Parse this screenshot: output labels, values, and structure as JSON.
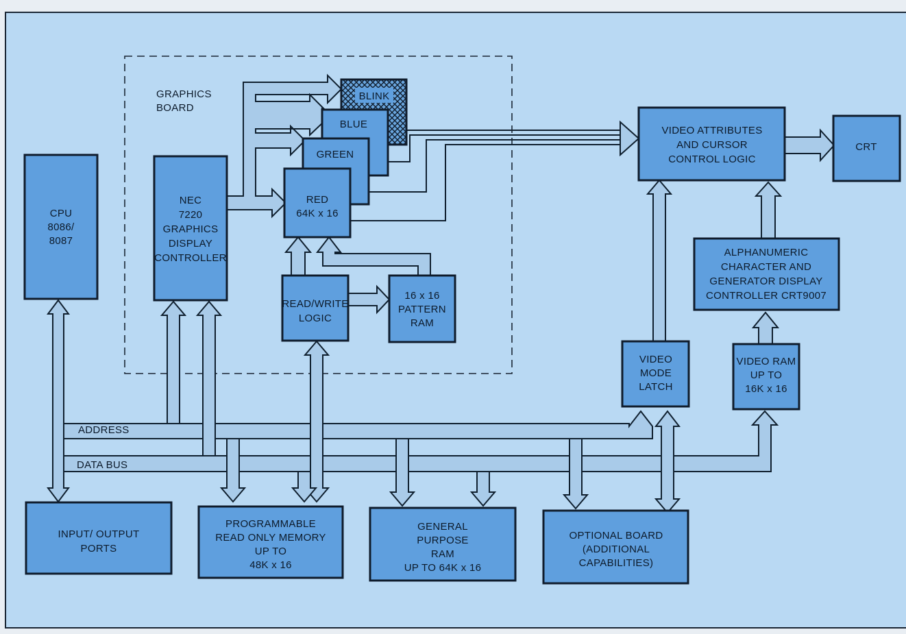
{
  "colors": {
    "panel": "#b9d9f3",
    "block": "#5f9fde",
    "bus": "#a9cbe9",
    "stroke": "#0f1c2c"
  },
  "graphics_board": {
    "line1": "GRAPHICS",
    "line2": "BOARD"
  },
  "blocks": {
    "cpu": [
      "CPU",
      "8086/",
      "8087"
    ],
    "nec": [
      "NEC",
      "7220",
      "GRAPHICS",
      "DISPLAY",
      "CONTROLLER"
    ],
    "blink": [
      "BLINK"
    ],
    "blue": [
      "BLUE"
    ],
    "green": [
      "GREEN"
    ],
    "red": [
      "RED",
      "64K x 16"
    ],
    "rw": [
      "READ/WRITE",
      "LOGIC"
    ],
    "pattern": [
      "16 x 16",
      "PATTERN",
      "RAM"
    ],
    "video_attr": [
      "VIDEO ATTRIBUTES",
      "AND CURSOR",
      "CONTROL LOGIC"
    ],
    "crt": [
      "CRT"
    ],
    "alpha": [
      "ALPHANUMERIC",
      "CHARACTER AND",
      "GENERATOR DISPLAY",
      "CONTROLLER CRT9007"
    ],
    "vml": [
      "VIDEO",
      "MODE",
      "LATCH"
    ],
    "vram": [
      "VIDEO RAM",
      "UP TO",
      "16K x 16"
    ],
    "io": [
      "INPUT/ OUTPUT",
      "PORTS"
    ],
    "prom": [
      "PROGRAMMABLE",
      "READ ONLY MEMORY",
      "UP TO",
      "48K x 16"
    ],
    "gpram": [
      "GENERAL",
      "PURPOSE",
      "RAM",
      "UP TO 64K x 16"
    ],
    "optional": [
      "OPTIONAL BOARD",
      "(ADDITIONAL",
      "CAPABILITIES)"
    ]
  },
  "bus_labels": {
    "address": "ADDRESS",
    "data": "DATA BUS"
  }
}
